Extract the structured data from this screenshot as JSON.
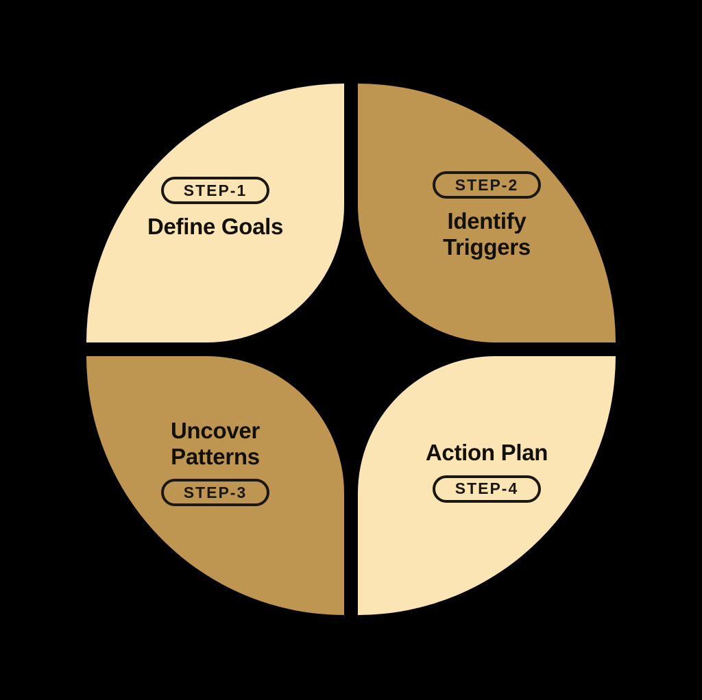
{
  "diagram": {
    "type": "four-step-circular-cycle",
    "shape": "circle-split-into-four-leaf-quadrants",
    "background_color": "#000000",
    "palette": {
      "light": "#FCE5B5",
      "dark": "#BE9551",
      "text": "#131008",
      "badge_border": "#1B1712"
    },
    "steps": [
      {
        "id": "step-1",
        "badge": "STEP-1",
        "title": "Define Goals",
        "position": "top-left",
        "color": "#FCE5B5",
        "badge_placement": "above-title"
      },
      {
        "id": "step-2",
        "badge": "STEP-2",
        "title": "Identify\nTriggers",
        "position": "top-right",
        "color": "#BE9551",
        "badge_placement": "above-title"
      },
      {
        "id": "step-3",
        "badge": "STEP-3",
        "title": "Uncover\nPatterns",
        "position": "bottom-left",
        "color": "#BE9551",
        "badge_placement": "below-title"
      },
      {
        "id": "step-4",
        "badge": "STEP-4",
        "title": "Action Plan",
        "position": "bottom-right",
        "color": "#FCE5B5",
        "badge_placement": "below-title"
      }
    ]
  }
}
